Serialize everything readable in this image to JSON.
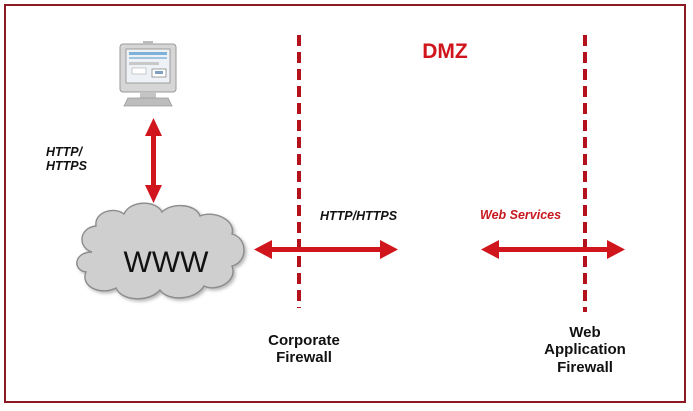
{
  "diagram": {
    "zone_title": "DMZ",
    "nodes": {
      "client": {
        "icon": "computer-monitor-icon"
      },
      "internet": {
        "label": "WWW",
        "icon": "cloud-icon"
      }
    },
    "connections": {
      "client_to_internet": "HTTP/\nHTTPS",
      "client_to_internet_line1": "HTTP/",
      "client_to_internet_line2": "HTTPS",
      "internet_to_dmz": "HTTP/HTTPS",
      "dmz_to_internal": "Web Services"
    },
    "boundaries": [
      {
        "name": "corporate-firewall",
        "line1": "Corporate",
        "line2": "Firewall"
      },
      {
        "name": "web-application-firewall",
        "line1": "Web",
        "line2": "Application",
        "line3": "Firewall"
      }
    ],
    "colors": {
      "accent_red": "#d0151c",
      "frame": "#8b1a24",
      "dashed_line": "#b3121c",
      "cloud_fill": "#cfcfcf"
    }
  }
}
